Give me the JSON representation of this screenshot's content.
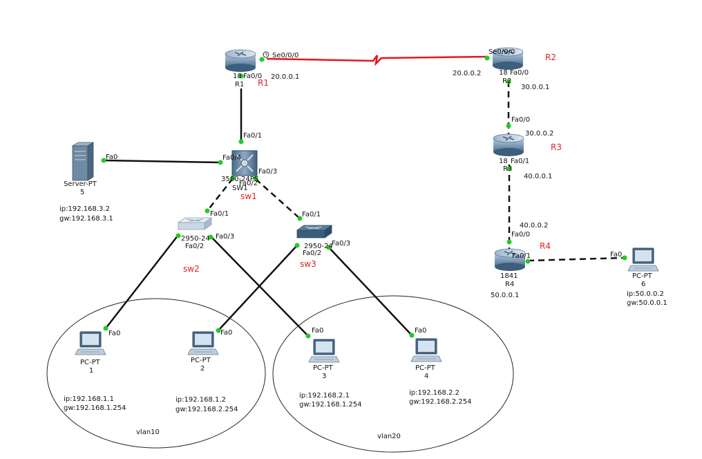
{
  "colors": {
    "serial_link": "#e8141c",
    "port_dot": "#22cc22",
    "cable": "#111111",
    "annotation": "#e02020"
  },
  "routers": {
    "r1": {
      "model": "18",
      "name": "R1",
      "annotation": "R1",
      "fa00": "Fa0/0",
      "se": "Se0/0/0",
      "ip": "20.0.0.1",
      "icon": "router-icon"
    },
    "r2": {
      "model": "18",
      "name": "R2",
      "annotation": "R2",
      "fa00": "Fa0/0",
      "se": "Se0/0/0",
      "ip_se": "20.0.0.2",
      "ip_fa": "30.0.0.1",
      "icon": "router-icon"
    },
    "r3": {
      "model": "18",
      "name": "R3",
      "annotation": "R3",
      "fa00": "Fa0/0",
      "fa01": "Fa0/1",
      "ip_fa00": "30.0.0.2",
      "ip_fa01": "40.0.0.1",
      "icon": "router-icon"
    },
    "r4": {
      "model": "1841",
      "name": "R4",
      "annotation": "R4",
      "fa00": "Fa0/0",
      "fa01": "Fa0/1",
      "ip_fa00": "40.0.0.2",
      "ip_fa01": "50.0.0.1",
      "icon": "router-icon"
    }
  },
  "switches": {
    "sw1": {
      "model": "3560-24PS",
      "name": "SW1",
      "annotation": "sw1",
      "fa01": "Fa0/1",
      "fa02": "Fa0/2",
      "fa03": "Fa0/3",
      "fa04": "Fa0/4",
      "icon": "multilayer-switch-icon"
    },
    "sw2": {
      "model": "2950-24",
      "annotation": "sw2",
      "fa01": "Fa0/1",
      "fa02": "Fa0/2",
      "fa03": "Fa0/3",
      "icon": "switch-icon"
    },
    "sw3": {
      "model": "2950-24",
      "annotation": "sw3",
      "fa01": "Fa0/1",
      "fa02": "Fa0/2",
      "fa03": "Fa0/3",
      "icon": "switch-icon"
    }
  },
  "server": {
    "type": "Server-PT",
    "number": "5",
    "port": "Fa0",
    "ip": "ip:192.168.3.2",
    "gw": "gw:192.168.3.1",
    "icon": "server-icon"
  },
  "pcs": [
    {
      "type": "PC-PT",
      "number": "1",
      "port": "Fa0",
      "ip": "ip:192.168.1.1",
      "gw": "gw:192.168.1.254",
      "icon": "pc-icon"
    },
    {
      "type": "PC-PT",
      "number": "2",
      "port": "Fa0",
      "ip": "ip:192.168.1.2",
      "gw": "gw:192.168.2.254",
      "icon": "pc-icon"
    },
    {
      "type": "PC-PT",
      "number": "3",
      "port": "Fa0",
      "ip": "ip:192.168.2.1",
      "gw": "gw:192.168.1.254",
      "icon": "pc-icon"
    },
    {
      "type": "PC-PT",
      "number": "4",
      "port": "Fa0",
      "ip": "ip:192.168.2.2",
      "gw": "gw:192.168.2.254",
      "icon": "pc-icon"
    },
    {
      "type": "PC-PT",
      "number": "6",
      "port": "Fa0",
      "ip": "ip:50.0.0.2",
      "gw": "gw:50.0.0.1",
      "icon": "pc-icon"
    }
  ],
  "vlans": [
    {
      "label": "vlan10"
    },
    {
      "label": "vlan20"
    }
  ]
}
